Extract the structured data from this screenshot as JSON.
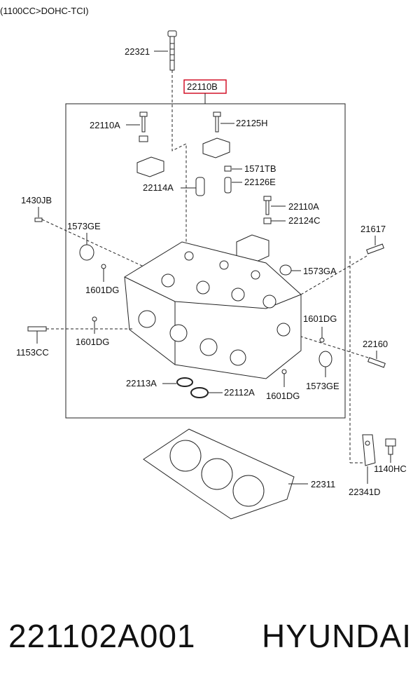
{
  "caption": "(1100CC>DOHC-TCI)",
  "highlight_part": "22110B",
  "parts": {
    "p22321": "22321",
    "p22110A_1": "22110A",
    "p22125H": "22125H",
    "p1571TB": "1571TB",
    "p22126E": "22126E",
    "p22114A": "22114A",
    "p1430JB": "1430JB",
    "p22110A_2": "22110A",
    "p22124C": "22124C",
    "p1573GE_1": "1573GE",
    "p21617": "21617",
    "p1573GA": "1573GA",
    "p1601DG_1": "1601DG",
    "p1601DG_2": "1601DG",
    "p1601DG_3": "1601DG",
    "p1601DG_4": "1601DG",
    "p1153CC": "1153CC",
    "p22160": "22160",
    "p22113A": "22113A",
    "p22112A": "22112A",
    "p1573GE_2": "1573GE",
    "p1140HC": "1140HC",
    "p22311": "22311",
    "p22341D": "22341D"
  },
  "footer": {
    "part_number": "221102A001",
    "brand": "HYUNDAI"
  },
  "colors": {
    "highlight_box": "#d0021b",
    "line": "#222222"
  }
}
